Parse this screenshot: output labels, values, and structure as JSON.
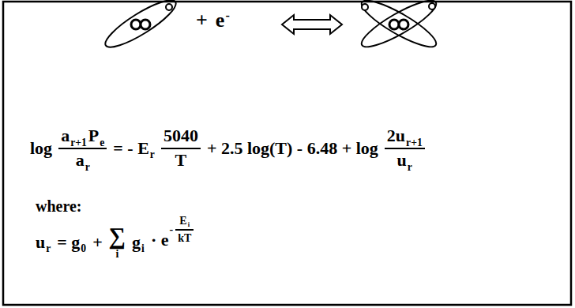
{
  "diagram": {
    "labels": [
      "+",
      "e",
      "-",
      "log",
      "a",
      "r+1",
      "P",
      "e",
      "a",
      "r",
      "= - E",
      "r",
      "5040",
      "T",
      "+ 2.5 log(T) - 6.48 + log",
      "2u",
      "r+1",
      "u",
      "r",
      "where:",
      "u",
      "r",
      "= g",
      "0",
      "+",
      "∑",
      "i",
      "g",
      "i",
      "· e",
      "-",
      "E",
      "i",
      "kT"
    ]
  }
}
